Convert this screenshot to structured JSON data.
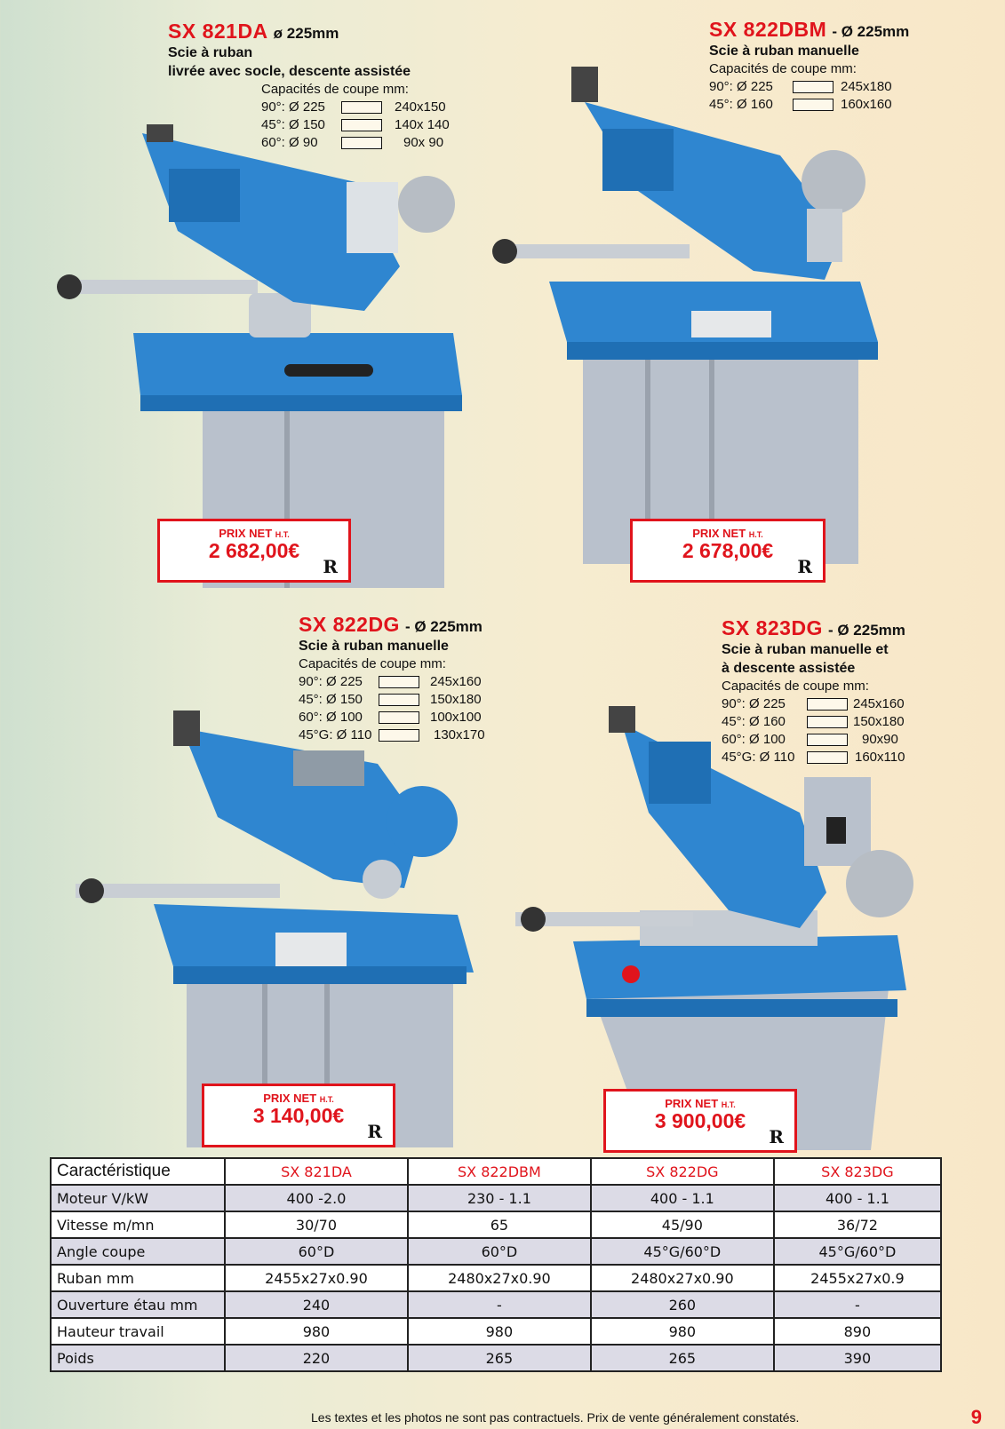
{
  "products": [
    {
      "name": "SX 821DA",
      "diameter": "ø 225mm",
      "desc": [
        "Scie à ruban",
        "livrée avec socle, descente assistée"
      ],
      "caps_title": "Capacités de coupe mm:",
      "caps": [
        {
          "label": "90°: Ø 225",
          "dim": "240x150"
        },
        {
          "label": "45°: Ø 150",
          "dim": "140x 140"
        },
        {
          "label": "60°: Ø   90",
          "dim": "90x 90"
        }
      ],
      "price_label": "PRIX NET",
      "price_sub": "H.T.",
      "price": "2 682,00€",
      "mark": "R"
    },
    {
      "name": "SX 822DBM",
      "diameter": "- Ø 225mm",
      "desc": [
        "Scie à ruban manuelle"
      ],
      "caps_title": "Capacités de coupe mm:",
      "caps": [
        {
          "label": "90°: Ø 225",
          "dim": "245x180"
        },
        {
          "label": "45°: Ø 160",
          "dim": "160x160"
        }
      ],
      "price_label": "PRIX NET",
      "price_sub": "H.T.",
      "price": "2 678,00€",
      "mark": "R"
    },
    {
      "name": "SX 822DG",
      "diameter": "- Ø 225mm",
      "desc": [
        "Scie à ruban manuelle"
      ],
      "caps_title": "Capacités de coupe mm:",
      "caps": [
        {
          "label": "90°: Ø 225",
          "dim": "245x160"
        },
        {
          "label": "45°: Ø 150",
          "dim": "150x180"
        },
        {
          "label": "60°: Ø 100",
          "dim": "100x100"
        },
        {
          "label": "45°G: Ø 110",
          "dim": "130x170"
        }
      ],
      "price_label": "PRIX NET",
      "price_sub": "H.T.",
      "price": "3 140,00€",
      "mark": "R"
    },
    {
      "name": "SX 823DG",
      "diameter": "- Ø 225mm",
      "desc": [
        "Scie à ruban manuelle et",
        "à descente assistée"
      ],
      "caps_title": "Capacités de coupe mm:",
      "caps": [
        {
          "label": "90°: Ø 225",
          "dim": "245x160"
        },
        {
          "label": "45°: Ø 160",
          "dim": "150x180"
        },
        {
          "label": "60°: Ø 100",
          "dim": "90x90"
        },
        {
          "label": "45°G: Ø 110",
          "dim": "160x110"
        }
      ],
      "price_label": "PRIX NET",
      "price_sub": "H.T.",
      "price": "3 900,00€",
      "mark": "R"
    }
  ],
  "table": {
    "header": [
      "Caractéristique",
      "SX 821DA",
      "SX 822DBM",
      "SX 822DG",
      "SX 823DG"
    ],
    "rows": [
      [
        "Moteur V/kW",
        "400 -2.0",
        "230 - 1.1",
        "400 - 1.1",
        "400 - 1.1"
      ],
      [
        "Vitesse  m/mn",
        "30/70",
        "65",
        "45/90",
        "36/72"
      ],
      [
        "Angle coupe",
        "60°D",
        "60°D",
        "45°G/60°D",
        "45°G/60°D"
      ],
      [
        "Ruban mm",
        "2455x27x0.90",
        "2480x27x0.90",
        "2480x27x0.90",
        "2455x27x0.9"
      ],
      [
        "Ouverture étau mm",
        "240",
        "-",
        "260",
        "-"
      ],
      [
        "Hauteur travail",
        "980",
        "980",
        "980",
        "890"
      ],
      [
        "Poids",
        "220",
        "265",
        "265",
        "390"
      ]
    ]
  },
  "footer": "Les textes et les photos ne sont pas contractuels.  Prix de vente généralement constatés.",
  "page_number": "9",
  "colors": {
    "accent": "#e0141c",
    "machine_blue": "#2f86d0",
    "base_grey": "#b9c1cc"
  }
}
